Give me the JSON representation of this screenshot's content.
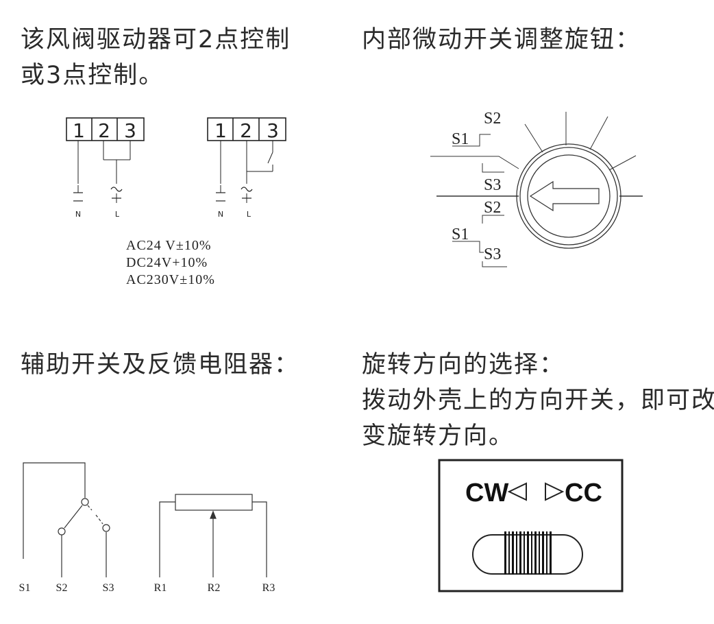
{
  "sections": {
    "control": {
      "title_line1": "该风阀驱动器可2点控制",
      "title_line2": "或3点控制。",
      "left_block": {
        "terminals": [
          "1",
          "2",
          "3"
        ],
        "labels": [
          "N",
          "L"
        ]
      },
      "right_block": {
        "terminals": [
          "1",
          "2",
          "3"
        ],
        "labels": [
          "N",
          "L"
        ]
      },
      "voltages": [
        "AC24 V±10%",
        "DC24V+10%",
        "AC230V±10%"
      ]
    },
    "microswitch": {
      "title": "内部微动开关调整旋钮：",
      "labels": [
        "S2",
        "S1",
        "S3",
        "S2",
        "S1",
        "S3"
      ]
    },
    "aux": {
      "title": "辅助开关及反馈电阻器：",
      "switch_labels": [
        "S1",
        "S2",
        "S3"
      ],
      "resistor_labels": [
        "R1",
        "R2",
        "R3"
      ]
    },
    "rotation": {
      "title": "旋转方向的选择：",
      "line2": "拨动外壳上的方向开关，即可改",
      "line3": "变旋转方向。",
      "cw_label": "CW",
      "cc_label": "CC"
    }
  }
}
